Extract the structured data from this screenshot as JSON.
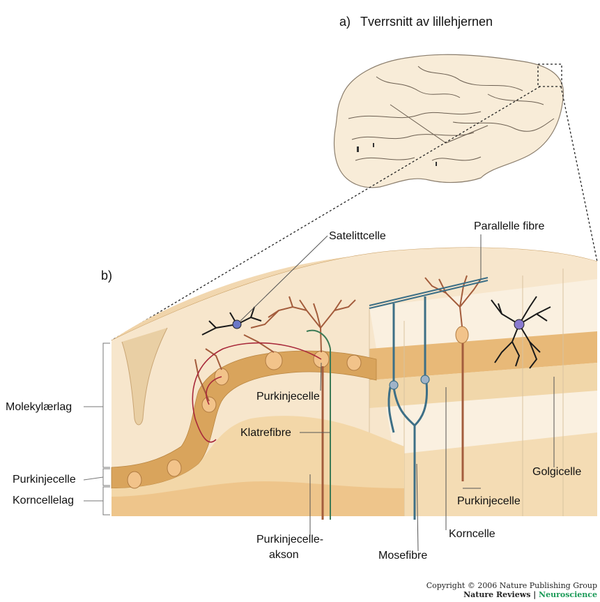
{
  "panel_a": {
    "letter": "a)",
    "title": "Tverrsnitt av lillehjernen"
  },
  "panel_b": {
    "letter": "b)"
  },
  "labels": {
    "satelittcelle": "Satelittcelle",
    "parallelle_fibre": "Parallelle fibre",
    "molekylaerlag": "Molekylærlag",
    "purkinjecelle_layer": "Purkinjecelle",
    "korncellelag": "Korncellelag",
    "purkinjecelle_mid": "Purkinjecelle",
    "klatrefibre": "Klatrefibre",
    "purkinjecelle_akson_1": "Purkinjecelle-",
    "purkinjecelle_akson_2": "akson",
    "mosefibre": "Mosefibre",
    "korncelle": "Korncelle",
    "purkinjecelle_right": "Purkinjecelle",
    "golgicelle": "Golgicelle"
  },
  "copyright": {
    "line1": "Copyright © 2006 Nature Publishing Group",
    "line2_a": "Nature Reviews | ",
    "line2_b": "Neuroscience"
  },
  "colors": {
    "tissue_light": "#f7e6cc",
    "tissue_mid": "#efd3a6",
    "purkinje_band": "#d9a45c",
    "top_face": "#e9c48d",
    "fiber_blue": "#3d6f86",
    "fiber_brown": "#a35c3c",
    "neuroscience_green": "#1a9a57"
  }
}
